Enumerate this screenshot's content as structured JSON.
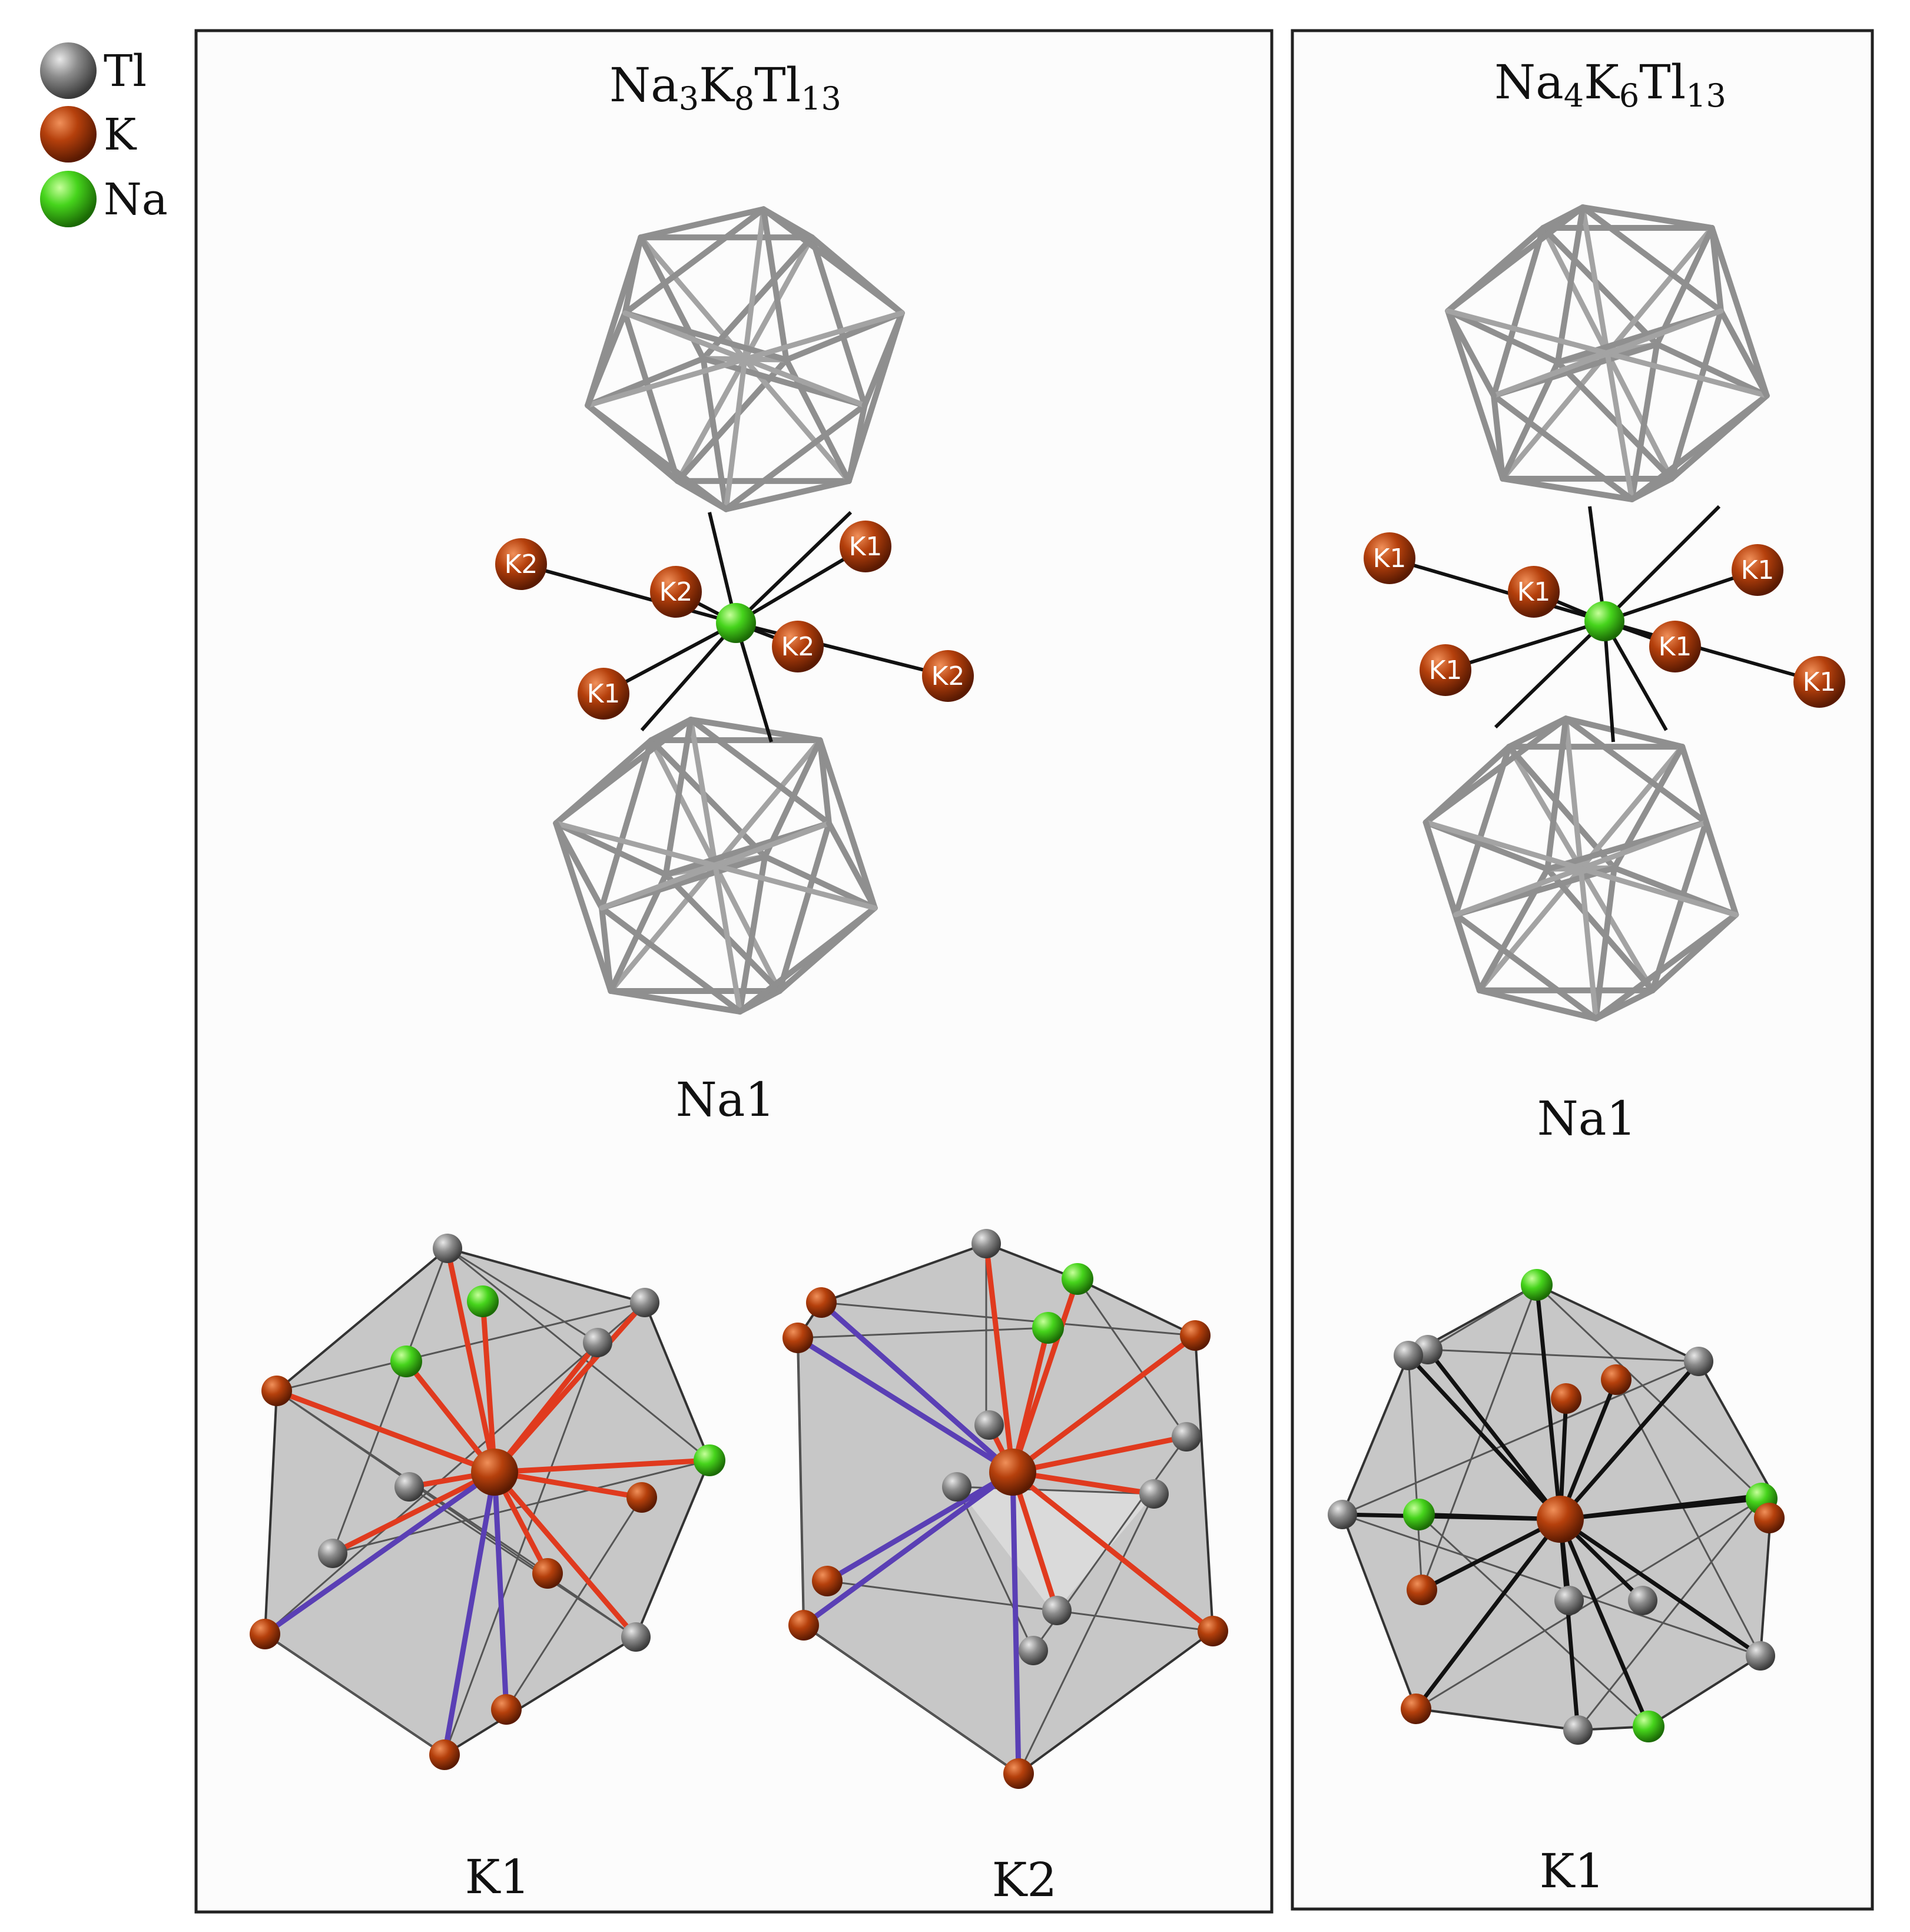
{
  "legend": {
    "items": [
      {
        "label": "Tl",
        "color": "#8c8c8c"
      },
      {
        "label": "K",
        "color": "#b5400c"
      },
      {
        "label": "Na",
        "color": "#46d41c"
      }
    ]
  },
  "panels": [
    {
      "title": "Na3K8Tl13",
      "title_parts": [
        {
          "text": "Na",
          "sub": "3"
        },
        {
          "text": "K",
          "sub": "8"
        },
        {
          "text": "Tl",
          "sub": "13"
        }
      ],
      "center_label": "Na1",
      "k_atom_labels": [
        "K2",
        "K2",
        "K1",
        "K2",
        "K1",
        "K2"
      ],
      "bottom_labels": [
        "K1",
        "K2"
      ]
    },
    {
      "title": "Na4K6Tl13",
      "title_parts": [
        {
          "text": "Na",
          "sub": "4"
        },
        {
          "text": "K",
          "sub": "6"
        },
        {
          "text": "Tl",
          "sub": "13"
        }
      ],
      "center_label": "Na1",
      "k_atom_labels": [
        "K1",
        "K1",
        "K1",
        "K1",
        "K1",
        "K1"
      ],
      "bottom_labels": [
        "K1"
      ]
    }
  ],
  "colors": {
    "tl_atom": "#8c8c8c",
    "tl_bond": "#9a9a9a",
    "k_atom": "#b5400c",
    "na_atom": "#46d41c",
    "red_bond": "#e03a1e",
    "blue_bond": "#5a3fb5",
    "black_bond": "#111111",
    "polyhedron_fill": "#b9b9b9"
  }
}
